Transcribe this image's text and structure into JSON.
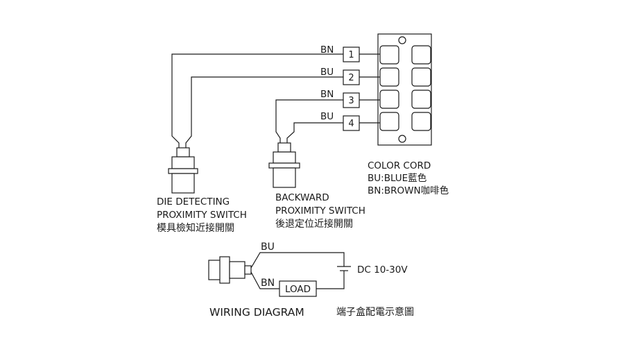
{
  "terminal_block": {
    "terminals": [
      {
        "number": "1",
        "wire": "BN"
      },
      {
        "number": "2",
        "wire": "BU"
      },
      {
        "number": "3",
        "wire": "BN"
      },
      {
        "number": "4",
        "wire": "BU"
      }
    ]
  },
  "sensors": {
    "die": {
      "line1": "DIE DETECTING",
      "line2": "PROXIMITY SWITCH",
      "line3": "模具檢知近接開關"
    },
    "backward": {
      "line1": "BACKWARD",
      "line2": "PROXIMITY SWITCH",
      "line3": "後退定位近接開關"
    }
  },
  "color_cord": {
    "title": "COLOR CORD",
    "bu": "BU:BLUE藍色",
    "bn": "BN:BROWN咖啡色"
  },
  "circuit": {
    "bu_label": "BU",
    "bn_label": "BN",
    "load_label": "LOAD",
    "supply_label": "DC 10-30V"
  },
  "footer": {
    "title": "WIRING DIAGRAM",
    "subtitle": "端子盒配電示意圖"
  }
}
